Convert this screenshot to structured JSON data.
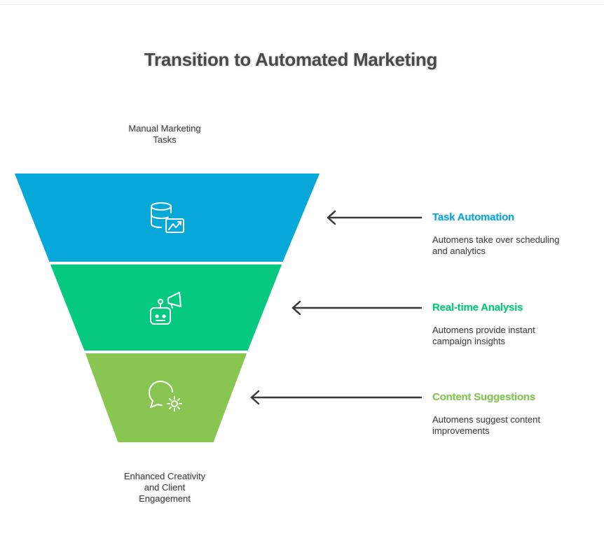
{
  "title": "Transition to Automated Marketing",
  "top_label": "Manual Marketing\nTasks",
  "bottom_label": "Enhanced Creativity\nand Client\nEngagement",
  "colors": {
    "stage1": "#05a8d8",
    "stage2": "#05c97f",
    "stage3": "#88c551",
    "arrow": "#3a3a3a"
  },
  "stages": [
    {
      "icon": "database-chart-icon",
      "title": "Task Automation",
      "description": "Automens take over scheduling\nand analytics",
      "color": "#05a8d8"
    },
    {
      "icon": "robot-megaphone-icon",
      "title": "Real-time Analysis",
      "description": "Automens provide instant\ncampaign insights",
      "color": "#05c97f"
    },
    {
      "icon": "chat-gear-icon",
      "title": "Content Suggestions",
      "description": "Automens suggest content\nimprovements",
      "color": "#88c551"
    }
  ]
}
